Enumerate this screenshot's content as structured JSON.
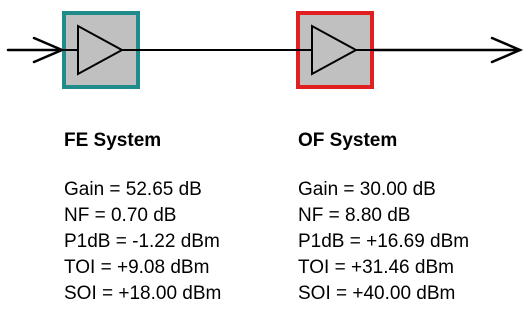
{
  "blocks": [
    {
      "id": "fe",
      "title": "FE System",
      "border_color": "#1f8c8c",
      "fill_color": "#c0c0c0",
      "icon": "amplifier-triangle-icon",
      "specs": [
        "Gain = 52.65 dB",
        "NF = 0.70 dB",
        "P1dB = -1.22 dBm",
        "TOI = +9.08 dBm",
        "SOI = +18.00 dBm"
      ]
    },
    {
      "id": "of",
      "title": "OF System",
      "border_color": "#e02020",
      "fill_color": "#c0c0c0",
      "icon": "amplifier-triangle-icon",
      "specs": [
        "Gain = 30.00 dB",
        "NF = 8.80 dB",
        "P1dB = +16.69 dBm",
        "TOI = +31.46 dBm",
        "SOI = +40.00 dBm"
      ]
    }
  ],
  "signal_flow": {
    "input_icon": "arrow-right-icon",
    "output_icon": "arrow-right-icon"
  }
}
